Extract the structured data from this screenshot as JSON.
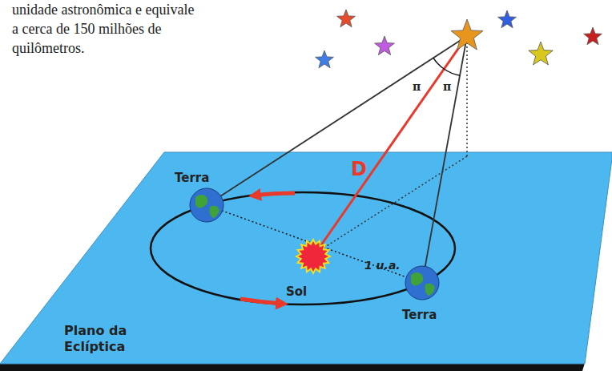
{
  "diagram": {
    "nodes": [
      {
        "text": [
          "Plano da Eclíptica"
        ]
      }
    ],
    "labels": [
      "unidade astronômica e equivale a cerca de 150 milhões de quilômetros.",
      "π",
      "π",
      "D",
      "Terra",
      "1 u.a.",
      "Sol",
      "Terra"
    ]
  }
}
